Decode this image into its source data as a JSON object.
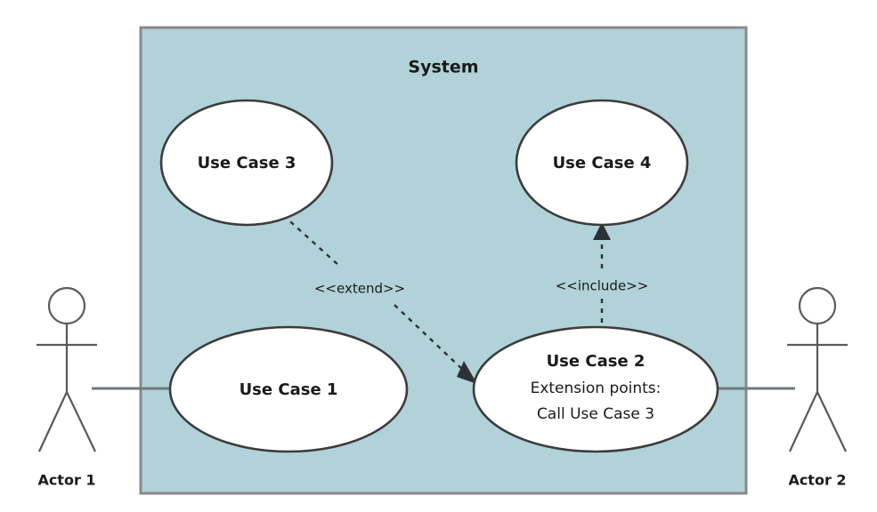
{
  "diagram": {
    "type": "uml-use-case-diagram",
    "system": {
      "label": "System",
      "fill": "#b0d2d8",
      "border": "#808080"
    },
    "use_cases": [
      {
        "id": "uc3",
        "title": "Use Case 3"
      },
      {
        "id": "uc4",
        "title": "Use Case 4"
      },
      {
        "id": "uc1",
        "title": "Use Case 1"
      },
      {
        "id": "uc2",
        "title": "Use Case 2",
        "line2": "Extension points:",
        "line3": "Call Use Case 3"
      }
    ],
    "actors": [
      {
        "id": "actor1",
        "label": "Actor 1"
      },
      {
        "id": "actor2",
        "label": "Actor 2"
      }
    ],
    "relationships": [
      {
        "id": "extend",
        "label": "<<extend>>",
        "from": "uc3",
        "to": "uc2",
        "style": "dashed-arrow"
      },
      {
        "id": "include",
        "label": "<<include>>",
        "from": "uc2",
        "to": "uc4",
        "style": "dashed-arrow"
      }
    ]
  }
}
